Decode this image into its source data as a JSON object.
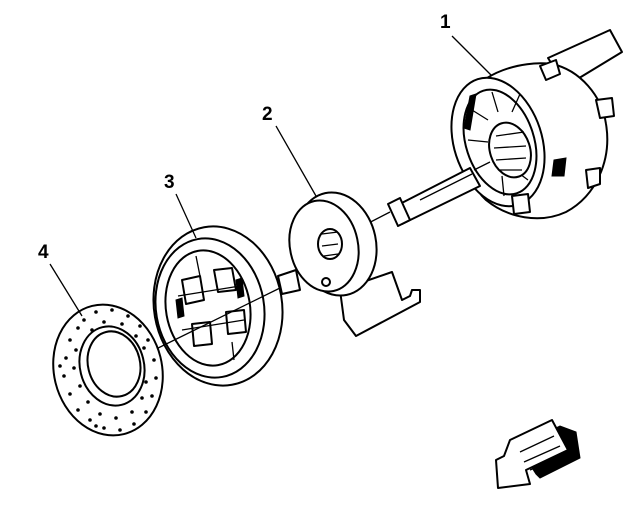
{
  "callouts": [
    {
      "id": "1",
      "text": "1"
    },
    {
      "id": "2",
      "text": "2"
    },
    {
      "id": "3",
      "text": "3"
    },
    {
      "id": "4",
      "text": "4"
    }
  ],
  "icons": {
    "direction_arrow": "hollow-3d-arrow-pointing-down-left"
  },
  "colors": {
    "ink": "#000000",
    "paper": "#ffffff"
  }
}
